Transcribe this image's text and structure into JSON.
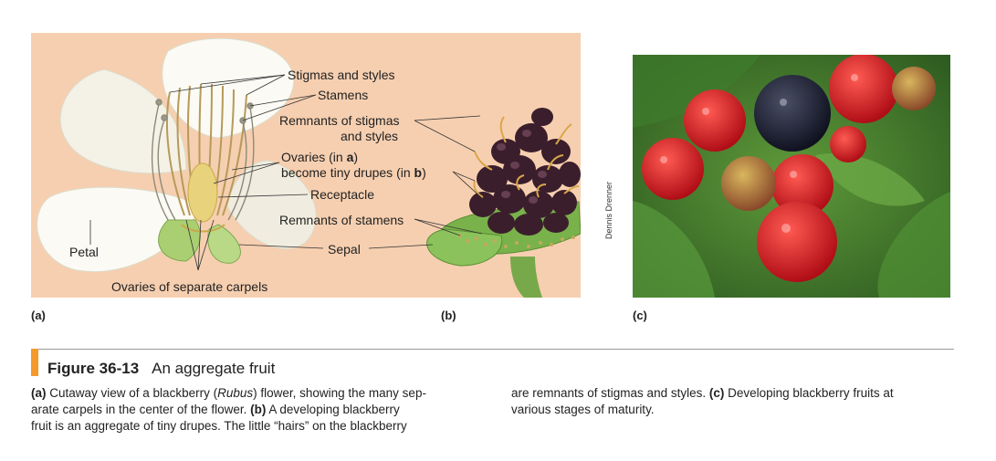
{
  "labels": {
    "stigmas_styles": "Stigmas and styles",
    "stamens": "Stamens",
    "remnants_stigmas_1": "Remnants of stigmas",
    "remnants_stigmas_2": "and styles",
    "ovaries_a_pre": "Ovaries (in ",
    "ovaries_a_bold": "a",
    "ovaries_a_post": ")",
    "drupes_pre": "become tiny drupes (in ",
    "drupes_bold": "b",
    "drupes_post": ")",
    "receptacle": "Receptacle",
    "remnants_stamens": "Remnants of stamens",
    "petal": "Petal",
    "sepal": "Sepal",
    "ovaries_carpels": "Ovaries of separate carpels"
  },
  "panels": {
    "a": "(a)",
    "b": "(b)",
    "c": "(c)"
  },
  "photo_credit": "Dennis Drenner",
  "figure": {
    "number": "Figure 36-13",
    "title": "An aggregate fruit"
  },
  "caption": {
    "p1_a": "(a)",
    "p1_t1": " Cutaway view of a blackberry (",
    "p1_italic": "Rubus",
    "p1_t2": ") flower, showing the many sep-",
    "p2": "arate carpels in the center of the flower. ",
    "p2_b": "(b)",
    "p2_t": " A developing blackberry",
    "p3": "fruit is an aggregate of tiny drupes. The little “hairs” on the blackberry",
    "p4": "are remnants of stigmas and styles. ",
    "p4_c": "(c)",
    "p4_t": " Developing blackberry fruits at",
    "p5": "various stages of maturity."
  },
  "colors": {
    "panel_bg": "#f6cfb0",
    "accent_bar": "#f39a2b"
  }
}
